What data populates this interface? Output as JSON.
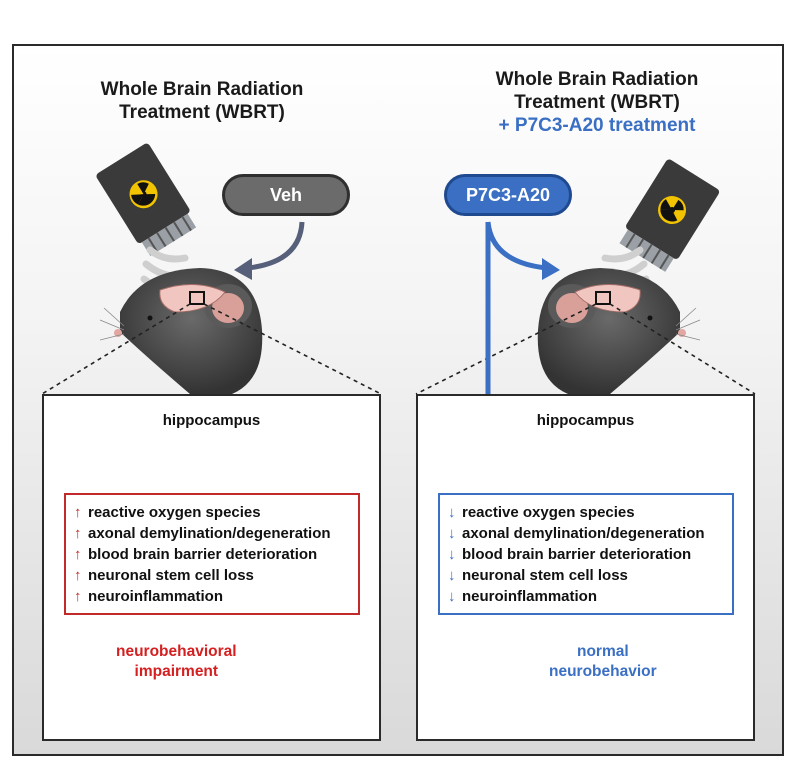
{
  "left": {
    "title_line1": "Whole Brain Radiation",
    "title_line2": "Treatment (WBRT)",
    "pill_label": "Veh",
    "panel_title": "hippocampus",
    "effects": [
      {
        "arrow": "↑",
        "text": "reactive oxygen species"
      },
      {
        "arrow": "↑",
        "text": "axonal demylination/degeneration"
      },
      {
        "arrow": "↑",
        "text": "blood brain barrier deterioration"
      },
      {
        "arrow": "↑",
        "text": "neuronal stem cell loss"
      },
      {
        "arrow": "↑",
        "text": "neuroinflammation"
      }
    ],
    "outcome_line1": "neurobehavioral",
    "outcome_line2": "impairment"
  },
  "right": {
    "title_line1": "Whole Brain Radiation",
    "title_line2": "Treatment (WBRT)",
    "title_line3": "+ P7C3-A20 treatment",
    "pill_label": "P7C3-A20",
    "panel_title": "hippocampus",
    "effects": [
      {
        "arrow": "↓",
        "text": "reactive oxygen species"
      },
      {
        "arrow": "↓",
        "text": "axonal demylination/degeneration"
      },
      {
        "arrow": "↓",
        "text": "blood brain barrier deterioration"
      },
      {
        "arrow": "↓",
        "text": "neuronal stem cell loss"
      },
      {
        "arrow": "↓",
        "text": "neuroinflammation"
      }
    ],
    "outcome_line1": "normal",
    "outcome_line2": "neurobehavior"
  },
  "icons": {
    "radiation_device": "radiation-emitter-icon",
    "mouse": "mouse-head-icon",
    "hippocampus": "hippocampus-icon",
    "maze": "water-maze-icon"
  },
  "colors": {
    "increase_red": "#d42020",
    "decrease_blue": "#3a6fc4",
    "vehicle_gray": "#6b6b6b"
  }
}
